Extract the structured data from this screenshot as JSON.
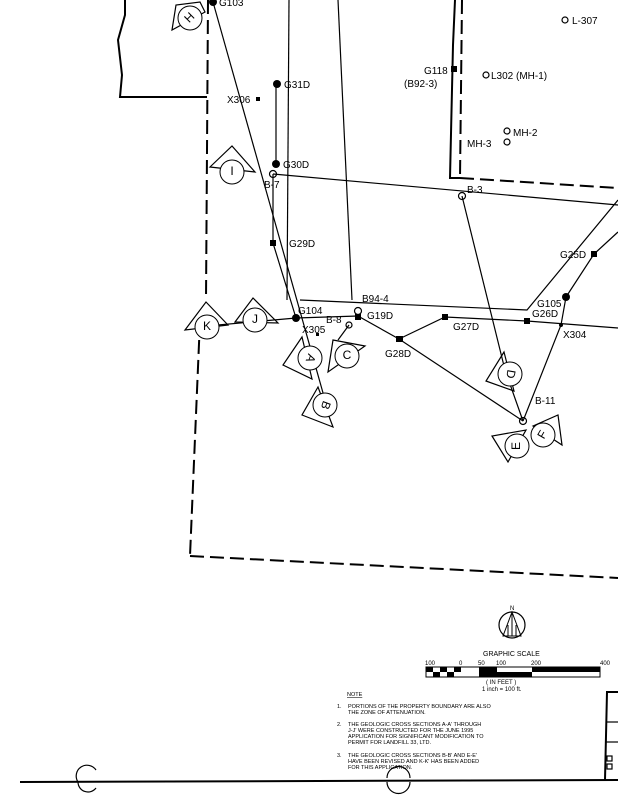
{
  "wells": {
    "g103": "G103",
    "g31d": "G31D",
    "x306": "X306",
    "g30d": "G30D",
    "b7": "B-7",
    "g118": "G118",
    "b92_3": "(B92-3)",
    "l302": "L302 (MH-1)",
    "mh2": "MH-2",
    "mh3": "MH-3",
    "l307": "L-307",
    "b3": "B-3",
    "g29d": "G29D",
    "g25d": "G25D",
    "b94_4": "B94-4",
    "g105": "G105",
    "g104": "G104",
    "g19d": "G19D",
    "b8": "B-8",
    "x305": "X305",
    "g27d": "G27D",
    "g26d": "G26D",
    "x304": "X304",
    "g28d": "G28D",
    "b11": "B-11"
  },
  "sections": {
    "h": "H",
    "i": "I",
    "k": "K",
    "j": "J",
    "a": "A",
    "c": "C",
    "b": "B",
    "d": "D",
    "e": "E",
    "f": "F"
  },
  "north": "N",
  "scale": {
    "title": "GRAPHIC SCALE",
    "ticks": [
      "100",
      "0",
      "50",
      "100",
      "200",
      "400"
    ],
    "units": "( IN FEET )",
    "ratio": "1 inch = 100 ft."
  },
  "notes": {
    "heading": "NOTE",
    "items": [
      {
        "num": "1.",
        "lines": [
          "PORTIONS OF THE PROPERTY BOUNDARY ARE ALSO",
          "THE ZONE OF ATTENUATION."
        ]
      },
      {
        "num": "2.",
        "lines": [
          "THE GEOLOGIC CROSS SECTIONS A-A' THROUGH",
          "J-J' WERE CONSTRUCTED FOR THE JUNE 1995",
          "APPLICATION FOR SIGNIFICANT MODIFICATION TO",
          "PERMIT FOR LANDFILL 33, LTD."
        ]
      },
      {
        "num": "3.",
        "lines": [
          "THE GEOLOGIC CROSS SECTIONS B-B' AND E-E'",
          "HAVE BEEN REVISED AND K-K' HAS BEEN ADDED",
          "FOR THIS APPLICATION."
        ]
      }
    ]
  }
}
